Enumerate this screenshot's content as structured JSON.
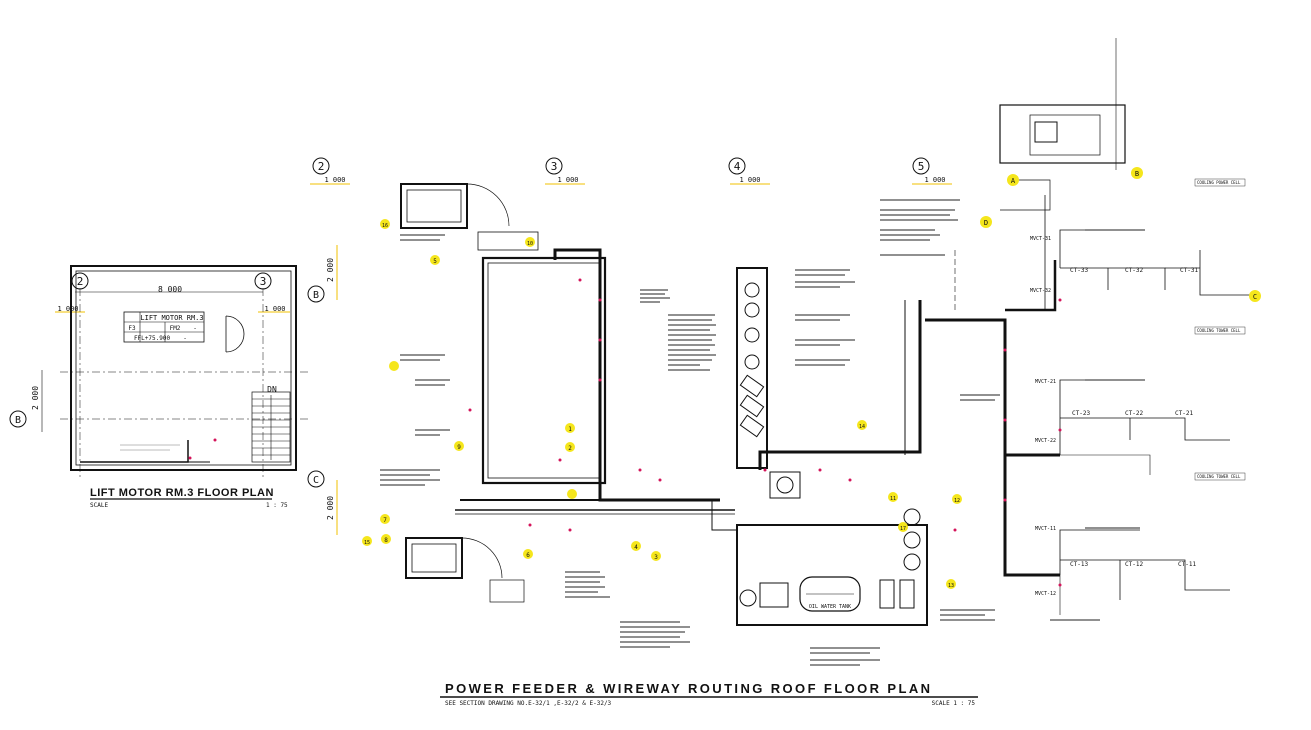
{
  "main_plan": {
    "title": "POWER FEEDER & WIREWAY ROUTING ROOF FLOOR PLAN",
    "subtitle": "SEE SECTION DRAWING NO.E-32/1 ,E-32/2 & E-32/3",
    "scale": "SCALE   1 : 75"
  },
  "lift_plan": {
    "title": "LIFT MOTOR RM.3 FLOOR PLAN",
    "scale_label": "SCALE",
    "scale_value": "1 : 75",
    "table_title": "LIFT MOTOR RM.3",
    "table_row1": [
      "F3",
      "FM2",
      "-"
    ],
    "table_row2": [
      "FFL+75.900",
      "-"
    ],
    "overall_dim": "8 000",
    "offset_dim_left": "1 000",
    "offset_dim_right": "1 000",
    "vert_dim": "2 000",
    "stair_label": "DN"
  },
  "grid": {
    "columns": [
      {
        "label": "2",
        "dim": "1 000"
      },
      {
        "label": "3",
        "dim": "1 000"
      },
      {
        "label": "4",
        "dim": "1 000"
      },
      {
        "label": "5",
        "dim": "1 000"
      }
    ],
    "rows": [
      {
        "label": "B",
        "dim": "2 000"
      },
      {
        "label": "C",
        "dim": "2 000"
      }
    ],
    "lift_cols": [
      "2",
      "3"
    ],
    "lift_row": "B"
  },
  "equipment": {
    "panels_upper": [
      "CT-23",
      "CT-22",
      "CT-21"
    ],
    "panels_middle": [
      "CT-33",
      "CT-32",
      "CT-31"
    ],
    "panels_lower": [
      "CT-13",
      "CT-12",
      "CT-11"
    ],
    "mvct_labels": [
      "MVCT-31",
      "MVCT-32",
      "MVCT-21",
      "MVCT-22",
      "MVCT-11",
      "MVCT-12"
    ],
    "section_tags": [
      "COOLING POWER CELL",
      "COOLING TOWER CELL",
      "COOLING TOWER CELL"
    ],
    "tank_label": "OIL WATER TANK"
  },
  "markers": [
    "A",
    "B",
    "C",
    "D",
    "1",
    "2",
    "3",
    "4",
    "5",
    "6",
    "7",
    "8",
    "9",
    "10",
    "11",
    "12",
    "13",
    "14",
    "15",
    "16",
    "17"
  ],
  "colors": {
    "ink": "#111111",
    "marker": "#f5e61c",
    "accent_red": "#d4145a",
    "dim_yellow": "#f2c200"
  }
}
